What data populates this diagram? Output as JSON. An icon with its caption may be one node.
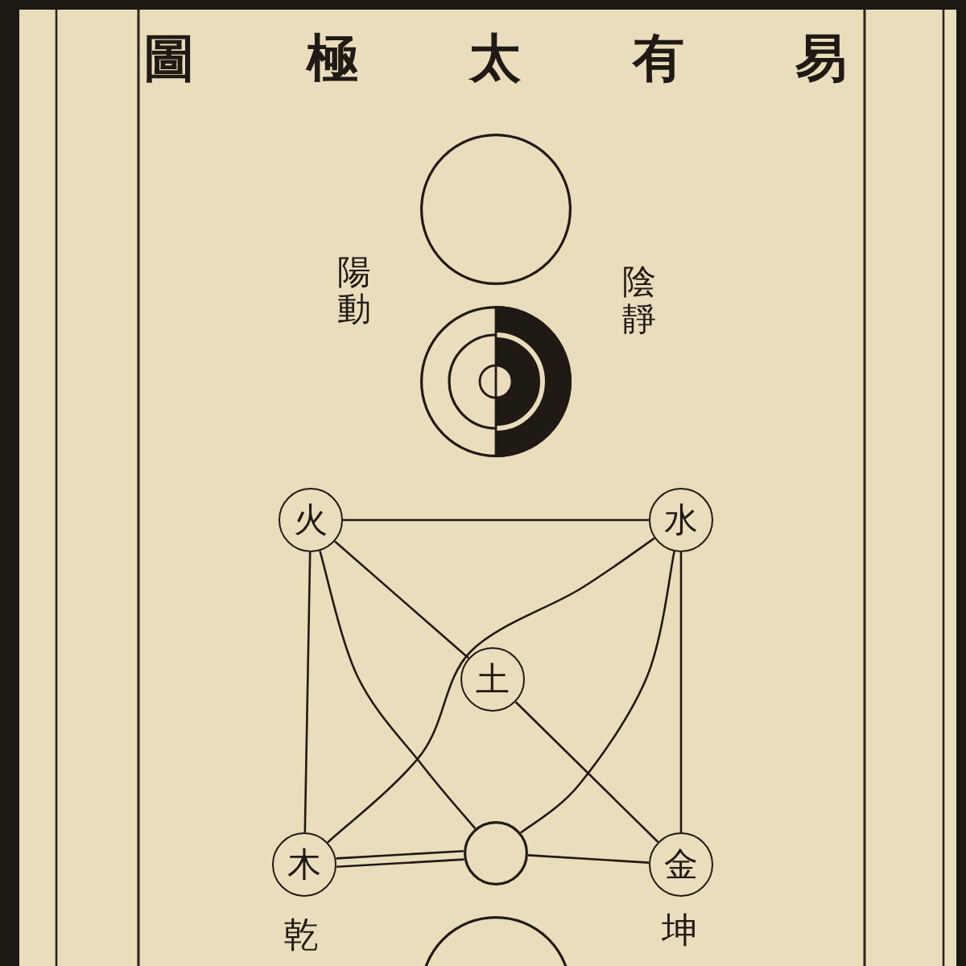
{
  "diagram": {
    "title": "易有太極圖",
    "nodes": [
      {
        "text": [],
        "shape": "circle"
      },
      {
        "text": [],
        "shape": "circle",
        "beside": [
          "陽動",
          "陰靜"
        ]
      },
      {
        "text": [
          "火"
        ]
      },
      {
        "text": [
          "水"
        ]
      },
      {
        "text": [
          "土"
        ]
      },
      {
        "text": [
          "木"
        ]
      },
      {
        "text": [],
        "shape": "circle"
      },
      {
        "text": [
          "金"
        ]
      },
      {
        "text": [],
        "shape": "circle"
      }
    ],
    "edges": [
      {
        "from": 2,
        "to": 3,
        "arrow": "none"
      },
      {
        "from": 2,
        "to": 5,
        "arrow": "none"
      },
      {
        "from": 3,
        "to": 7,
        "arrow": "none"
      },
      {
        "from": 2,
        "to": 4,
        "arrow": "none"
      },
      {
        "from": 4,
        "to": 7,
        "arrow": "none"
      },
      {
        "from": 2,
        "to": 6,
        "arrow": "none"
      },
      {
        "from": 3,
        "to": 5,
        "arrow": "none"
      },
      {
        "from": 3,
        "to": 6,
        "arrow": "none"
      },
      {
        "from": 5,
        "to": 6,
        "arrow": "none"
      },
      {
        "from": 6,
        "to": 7,
        "arrow": "none"
      }
    ],
    "labels": [
      "乾",
      "坤"
    ]
  }
}
